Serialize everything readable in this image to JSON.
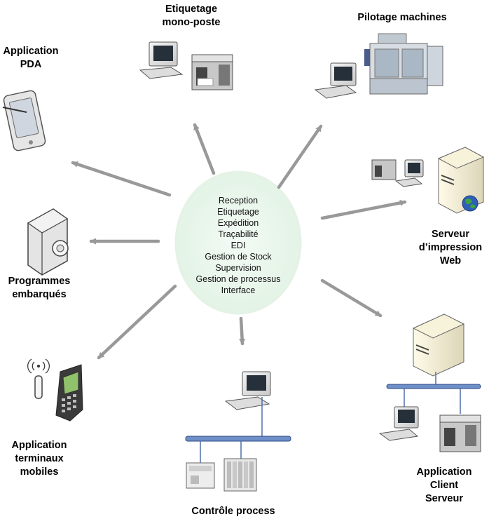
{
  "hub": {
    "items": [
      "Reception",
      "Etiquetage",
      "Expédition",
      "Traçabilité",
      "EDI",
      "Gestion de Stock",
      "Supervision",
      "Gestion de processus",
      "Interface"
    ]
  },
  "nodes": {
    "pda": {
      "lines": [
        "Application",
        "PDA"
      ]
    },
    "etiquetage": {
      "lines": [
        "Etiquetage",
        "mono-poste"
      ]
    },
    "pilotage": {
      "lines": [
        "Pilotage machines"
      ]
    },
    "programmes": {
      "lines": [
        "Programmes",
        "embarqués"
      ]
    },
    "serveur_web": {
      "lines": [
        "Serveur",
        "d’impression",
        "Web"
      ]
    },
    "terminaux": {
      "lines": [
        "Application",
        "terminaux",
        "mobiles"
      ]
    },
    "controle": {
      "lines": [
        "Contrôle process"
      ]
    },
    "client_serveur": {
      "lines": [
        "Application",
        "Client",
        "Serveur"
      ]
    }
  },
  "colors": {
    "arrow": "#999999",
    "hub_fill": "#e8f5ea",
    "bus": "#4f6fa8"
  }
}
